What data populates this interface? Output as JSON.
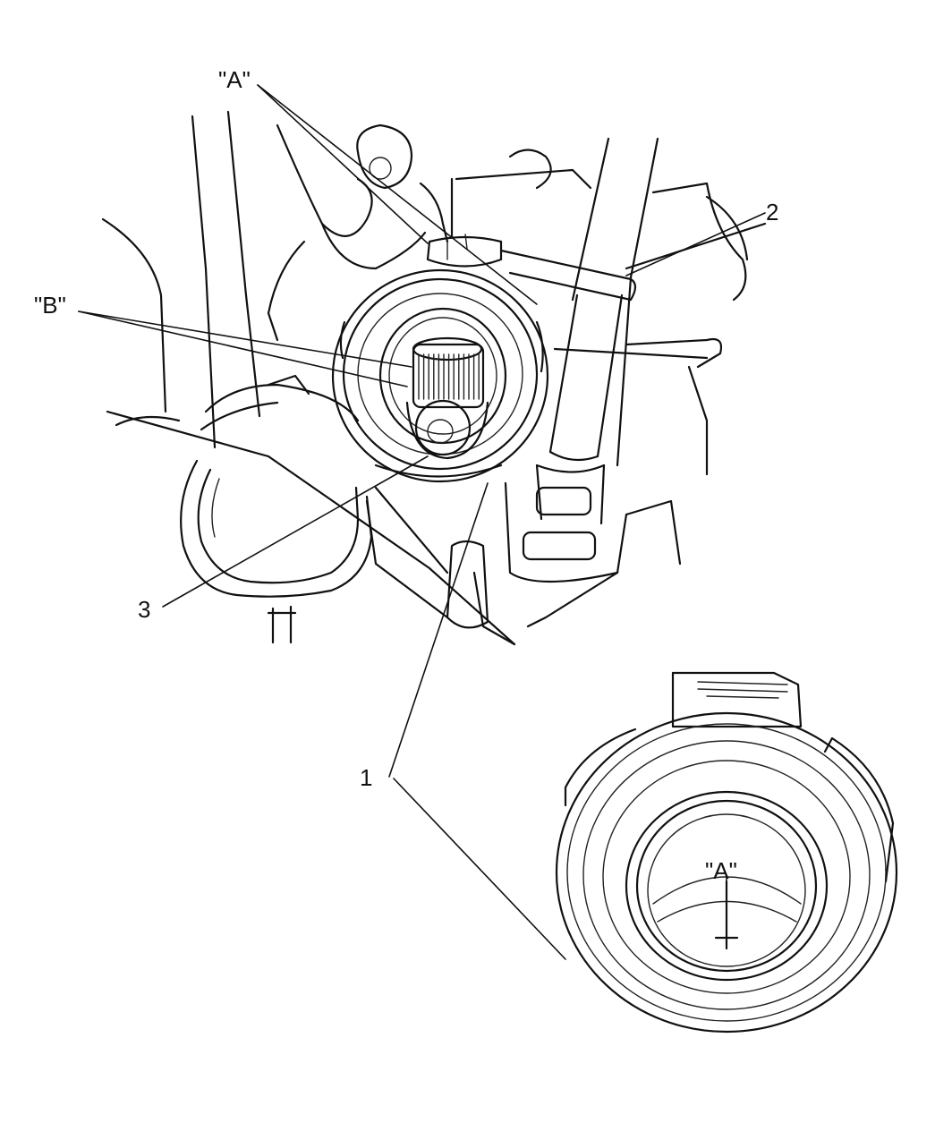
{
  "labels": {
    "a_top": "\"A\"",
    "b": "\"B\"",
    "num_1": "1",
    "num_2": "2",
    "num_3": "3",
    "a_detail": "\"A\""
  },
  "colors": {
    "line": "#111111",
    "background": "#ffffff"
  }
}
